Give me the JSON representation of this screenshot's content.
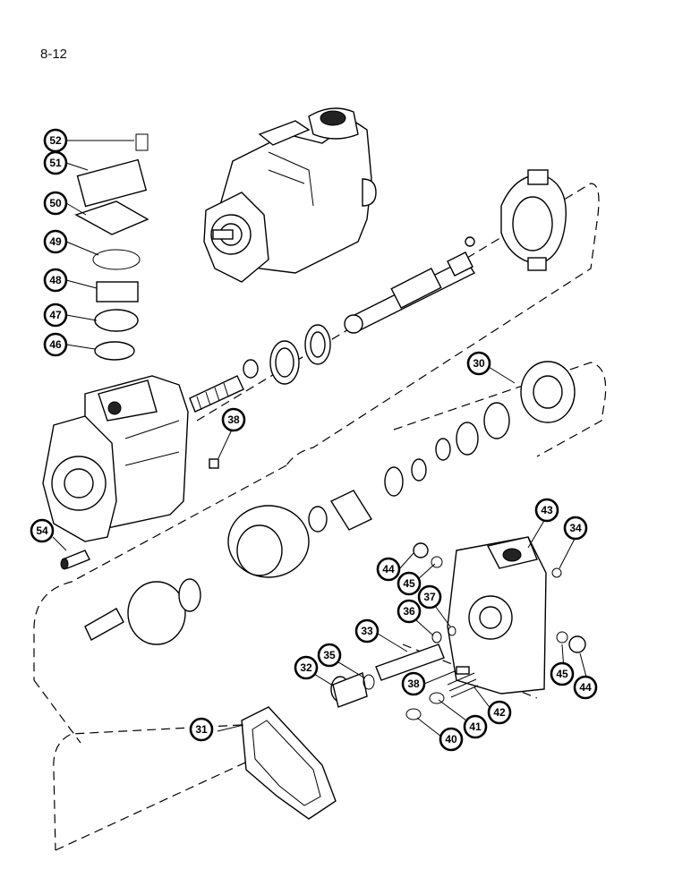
{
  "page": {
    "number": "8-12"
  },
  "diagram": {
    "callouts": [
      "52",
      "51",
      "50",
      "49",
      "48",
      "47",
      "46",
      "38",
      "54",
      "30",
      "43",
      "34",
      "44",
      "45",
      "37",
      "36",
      "33",
      "35",
      "32",
      "38",
      "31",
      "41",
      "42",
      "40",
      "45",
      "44"
    ]
  }
}
